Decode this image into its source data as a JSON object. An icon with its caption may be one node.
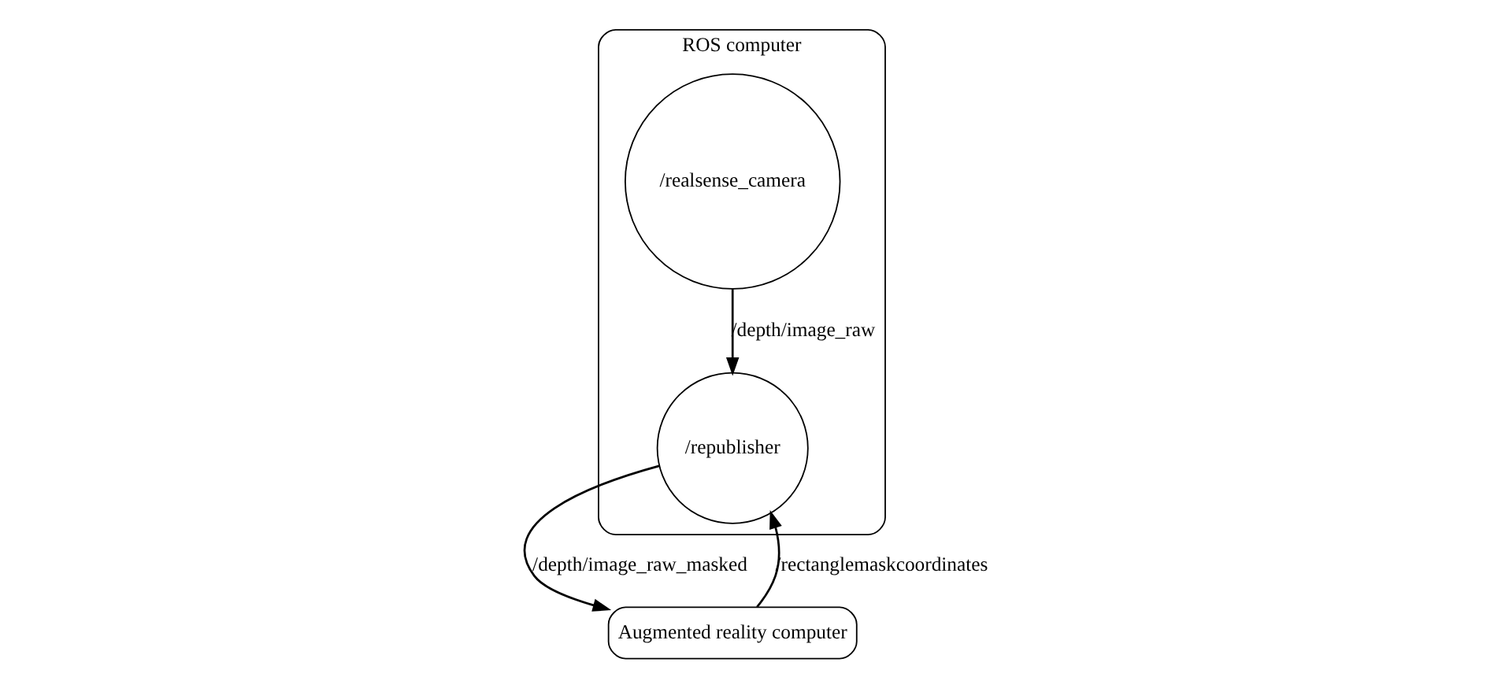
{
  "diagram": {
    "nodes": [
      {
        "text": [
          "ROS computer"
        ]
      },
      {
        "text": [
          "/realsense_camera"
        ],
        "in": 0
      },
      {
        "text": [
          "/republisher"
        ],
        "in": 0
      },
      {
        "text": [
          "Augmented reality computer"
        ]
      }
    ],
    "edges": [
      {
        "from": 1,
        "to": 2,
        "arrow": "to",
        "label": "/depth/image_raw"
      },
      {
        "from": 3,
        "to": 2,
        "arrow": "to",
        "label": "/rectanglemaskcoordinates"
      },
      {
        "from": 2,
        "to": 3,
        "arrow": "to",
        "label": "/depth/image_raw_masked"
      }
    ]
  }
}
